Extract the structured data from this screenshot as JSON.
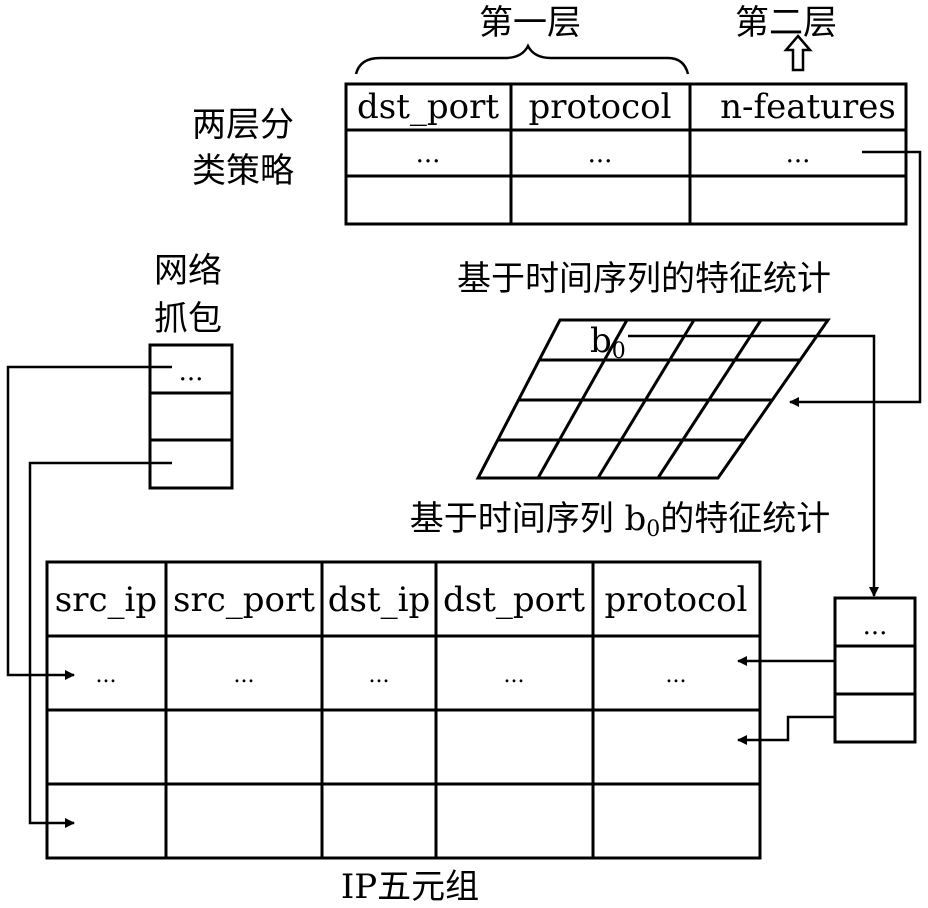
{
  "labels": {
    "layer1": "第一层",
    "layer2": "第二层",
    "strategy_line1": "两层分",
    "strategy_line2": "类策略",
    "capture_line1": "网络",
    "capture_line2": "抓包",
    "time_series_stats": "基于时间序列的特征统计",
    "b0_stats_prefix": "基于时间序列 b",
    "b0_stats_sub": "0",
    "b0_stats_suffix": "的特征统计",
    "five_tuple": "IP五元组",
    "grid_cell": "b",
    "grid_cell_sub": "0"
  },
  "strategy_table": {
    "headers": [
      "dst_port",
      "protocol",
      "n-features"
    ],
    "row1": [
      "...",
      "...",
      "..."
    ]
  },
  "capture_table": {
    "row1": "..."
  },
  "result_table": {
    "row1": "..."
  },
  "five_tuple_table": {
    "headers": [
      "src_ip",
      "src_port",
      "dst_ip",
      "dst_port",
      "protocol"
    ],
    "row1": [
      "...",
      "...",
      "...",
      "...",
      "..."
    ]
  }
}
